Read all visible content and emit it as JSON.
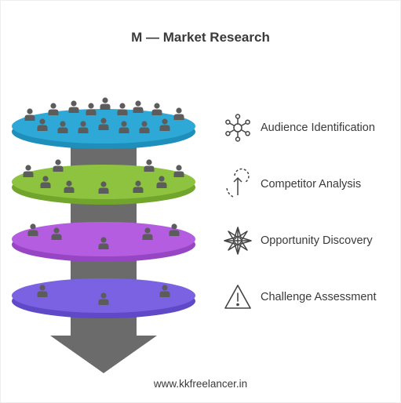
{
  "title": "M — Market Research",
  "footer": "www.kkfreelancer.in",
  "colors": {
    "stem": "#6b6b6b",
    "person": "#5c5c5c",
    "icon": "#444444",
    "text": "#3a3a3a",
    "disc_1": "#2ea8d6",
    "disc_2": "#8dc33f",
    "disc_3": "#b45de0",
    "disc_4": "#7a62e3"
  },
  "steps": [
    {
      "label": "Audience Identification",
      "icon": "network-nodes-icon"
    },
    {
      "label": "Competitor Analysis",
      "icon": "arrow-path-icon"
    },
    {
      "label": "Opportunity Discovery",
      "icon": "compass-star-icon"
    },
    {
      "label": "Challenge Assessment",
      "icon": "warning-triangle-icon"
    }
  ]
}
